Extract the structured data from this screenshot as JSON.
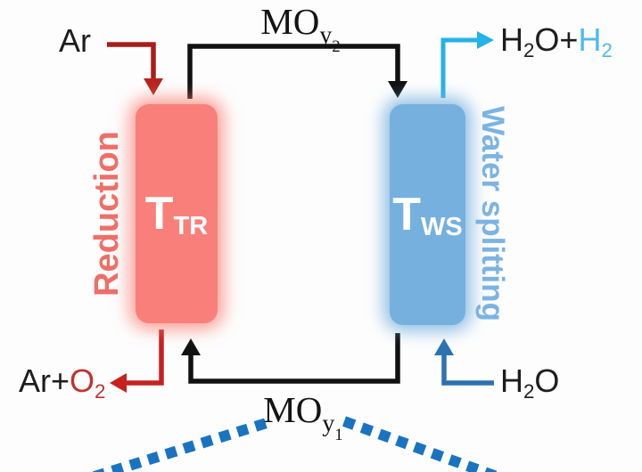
{
  "reduction": {
    "box_label": {
      "main": "T",
      "sub": "TR"
    },
    "side_label": "Reduction"
  },
  "water_splitting": {
    "box_label": {
      "main": "T",
      "sub": "WS"
    },
    "side_label": "Water splitting"
  },
  "streams": {
    "argon_in": {
      "text": "Ar"
    },
    "argon_oxygen_out": {
      "black_part": "Ar+",
      "oxygen": "O",
      "oxygen_sub": "2"
    },
    "water_in": {
      "h": "H",
      "h_sub": "2",
      "o": "O"
    },
    "product_out": {
      "h": "H",
      "h_sub": "2",
      "o_plus": "O+",
      "h2": "H",
      "h2_sub": "2"
    }
  },
  "oxide": {
    "top": {
      "base": "MO",
      "sub": "y",
      "index": "2"
    },
    "bottom": {
      "base": "MO",
      "sub": "y",
      "index": "1"
    }
  },
  "colors": {
    "reduction_box": "#f9807a",
    "reduction_side_text": "#ee6f68",
    "dark_red_arrow": "#a91d1a",
    "bright_red_arrow": "#c5221f",
    "oxygen_red": "#bf3430",
    "water_splitting_box": "#76b0de",
    "water_splitting_side_text": "#7cb3e3",
    "cyan_arrow": "#25b2e8",
    "hydrogen_cyan": "#4cbcec",
    "water_blue_arrow": "#2c72b0",
    "dotted_line_blue": "#1a73c1",
    "black_arrow": "#111111"
  }
}
